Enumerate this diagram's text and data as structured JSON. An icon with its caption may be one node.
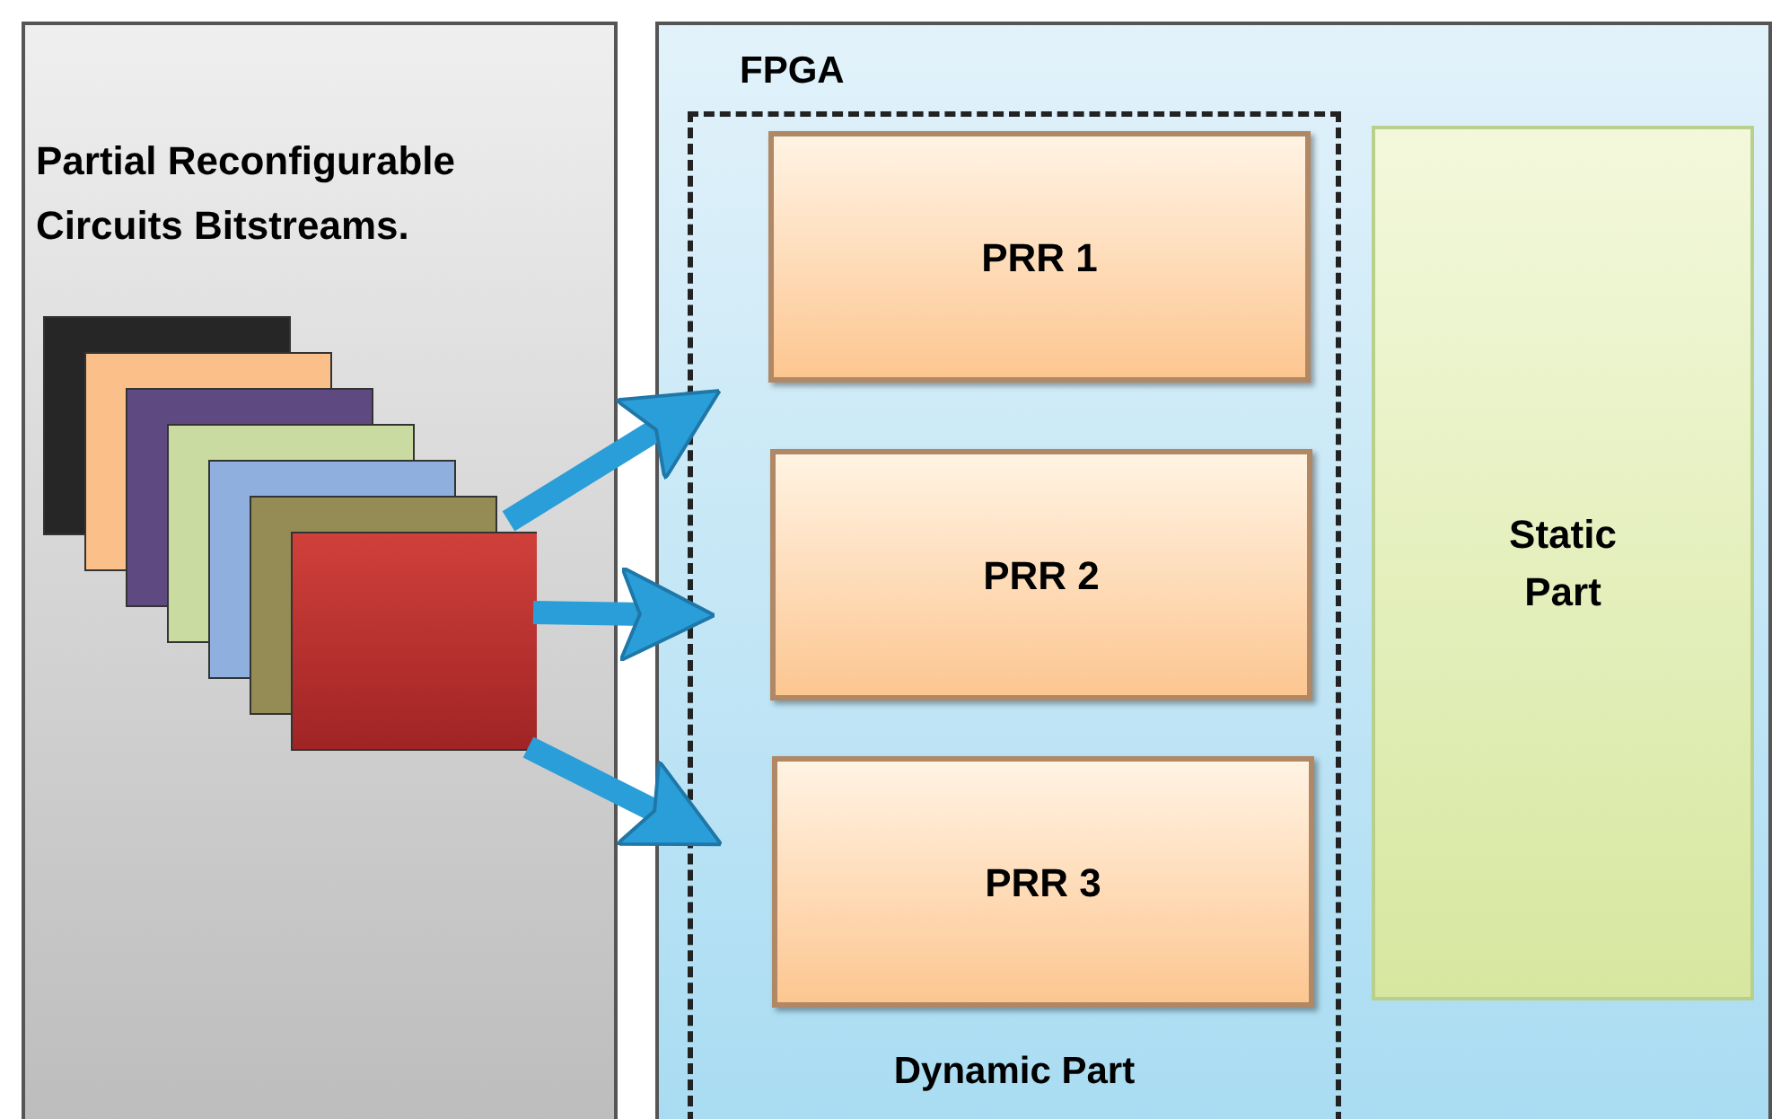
{
  "diagram": {
    "nodes": [
      {
        "text": [
          "Partial Reconfigurable Circuits Bitstreams."
        ]
      },
      {
        "text": [],
        "shape": "picture",
        "in": 0
      },
      {
        "text": [
          "FPGA"
        ]
      },
      {
        "text": [
          "Dynamic Part"
        ],
        "in": 2
      },
      {
        "text": [
          "PRR 1"
        ],
        "in": 3
      },
      {
        "text": [
          "PRR 2"
        ],
        "in": 3
      },
      {
        "text": [
          "PRR 3"
        ],
        "in": 3
      },
      {
        "text": [
          "Static Part"
        ],
        "in": 2
      }
    ],
    "edges": [
      {
        "from": 1,
        "to": 4,
        "arrow": "to"
      },
      {
        "from": 1,
        "to": 5,
        "arrow": "to"
      },
      {
        "from": 1,
        "to": 6,
        "arrow": "to"
      }
    ]
  }
}
